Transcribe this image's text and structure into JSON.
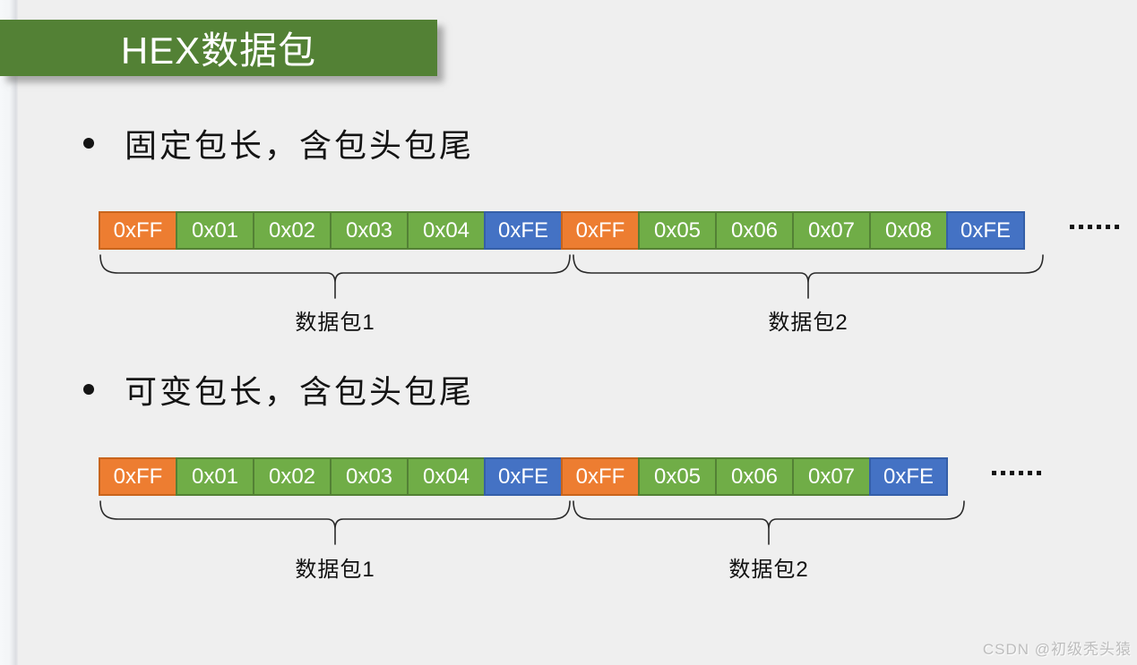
{
  "title": {
    "text": "HEX数据包",
    "bg": "#538135",
    "color": "#ffffff"
  },
  "colors": {
    "head": {
      "fill": "#ED7D31",
      "border": "#C8641C"
    },
    "data": {
      "fill": "#70AD47",
      "border": "#538135"
    },
    "tail": {
      "fill": "#4472C4",
      "border": "#355FA8"
    }
  },
  "sections": [
    {
      "bullet": "固定包长，含包头包尾",
      "bytes": [
        {
          "label": "0xFF",
          "role": "head"
        },
        {
          "label": "0x01",
          "role": "data"
        },
        {
          "label": "0x02",
          "role": "data"
        },
        {
          "label": "0x03",
          "role": "data"
        },
        {
          "label": "0x04",
          "role": "data"
        },
        {
          "label": "0xFE",
          "role": "tail"
        },
        {
          "label": "0xFF",
          "role": "head"
        },
        {
          "label": "0x05",
          "role": "data"
        },
        {
          "label": "0x06",
          "role": "data"
        },
        {
          "label": "0x07",
          "role": "data"
        },
        {
          "label": "0x08",
          "role": "data"
        },
        {
          "label": "0xFE",
          "role": "tail"
        }
      ],
      "ellipsis": "……",
      "groups": [
        {
          "label": "数据包1",
          "span": 6
        },
        {
          "label": "数据包2",
          "span": 6
        }
      ]
    },
    {
      "bullet": "可变包长，含包头包尾",
      "bytes": [
        {
          "label": "0xFF",
          "role": "head"
        },
        {
          "label": "0x01",
          "role": "data"
        },
        {
          "label": "0x02",
          "role": "data"
        },
        {
          "label": "0x03",
          "role": "data"
        },
        {
          "label": "0x04",
          "role": "data"
        },
        {
          "label": "0xFE",
          "role": "tail"
        },
        {
          "label": "0xFF",
          "role": "head"
        },
        {
          "label": "0x05",
          "role": "data"
        },
        {
          "label": "0x06",
          "role": "data"
        },
        {
          "label": "0x07",
          "role": "data"
        },
        {
          "label": "0xFE",
          "role": "tail"
        }
      ],
      "ellipsis": "……",
      "groups": [
        {
          "label": "数据包1",
          "span": 6
        },
        {
          "label": "数据包2",
          "span": 5
        }
      ]
    }
  ],
  "watermark": "CSDN @初级秃头猿"
}
